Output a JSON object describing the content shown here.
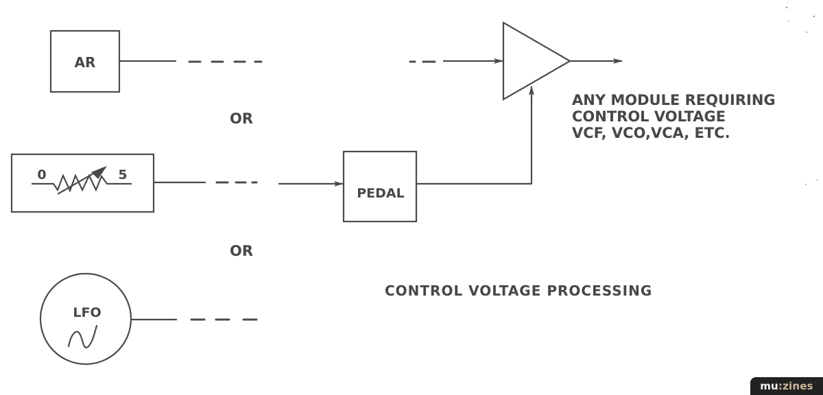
{
  "diagram": {
    "title": "CONTROL VOLTAGE PROCESSING",
    "sources": {
      "ar": {
        "label": "AR"
      },
      "pot": {
        "min_label": "0",
        "max_label": "5"
      },
      "lfo": {
        "label": "LFO",
        "wave_glyph": "sine-wave-icon"
      }
    },
    "or_labels": [
      "OR",
      "OR"
    ],
    "processor": {
      "label": "PEDAL"
    },
    "destination": {
      "lines": [
        "ANY MODULE REQUIRING",
        "CONTROL VOLTAGE",
        "VCF, VCO,VCA, ETC."
      ]
    }
  },
  "brand": {
    "part1": "mu",
    "part2": ":zines"
  },
  "colors": {
    "ink": "#4a4a4a",
    "badge_bg": "#222222",
    "badge_accent": "#c9b79a"
  }
}
